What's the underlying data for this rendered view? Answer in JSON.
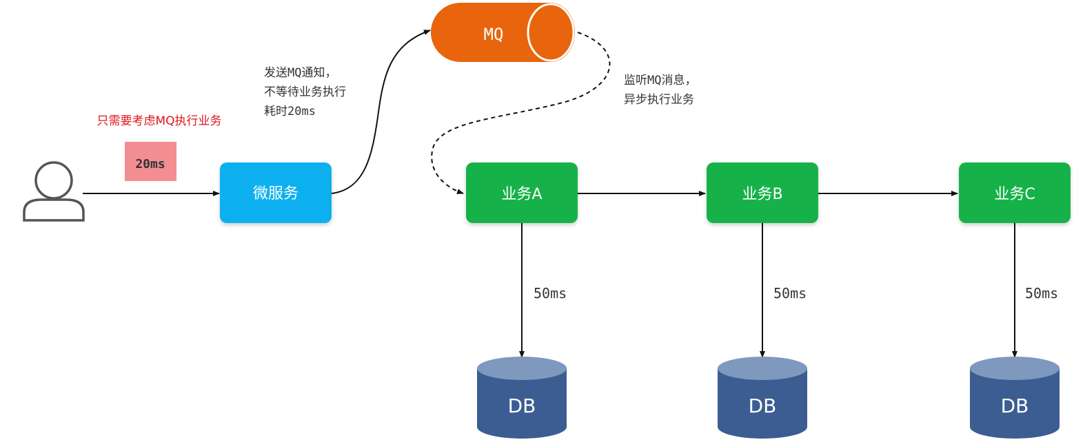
{
  "user": {
    "icon": "user-icon"
  },
  "note_only_mq": "只需要考虑MQ执行业务",
  "badge_20ms": "20ms",
  "microservice": {
    "label": "微服务"
  },
  "mq": {
    "label": "MQ"
  },
  "note_send": {
    "line1": "发送MQ通知，",
    "line2": "不等待业务执行",
    "line3": "耗时20ms"
  },
  "note_listen": {
    "line1": "监听MQ消息，",
    "line2": "异步执行业务"
  },
  "services": [
    {
      "label": "业务A",
      "latency": "50ms",
      "db": "DB"
    },
    {
      "label": "业务B",
      "latency": "50ms",
      "db": "DB"
    },
    {
      "label": "业务C",
      "latency": "50ms",
      "db": "DB"
    }
  ],
  "colors": {
    "microservice": "#0fb0ef",
    "mq": "#e8650d",
    "service": "#12b24a",
    "db_body": "#3b5d91",
    "db_top": "#7f98bd",
    "badge": "#f28e92",
    "note_red": "#e0141c",
    "user_icon": "#555555"
  }
}
